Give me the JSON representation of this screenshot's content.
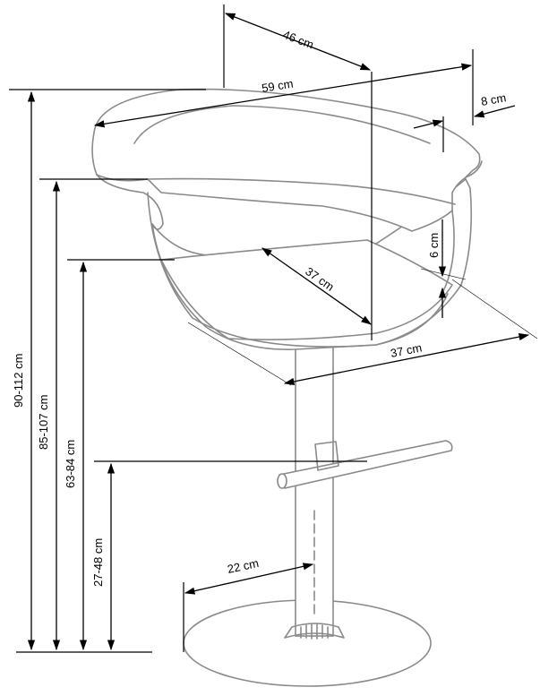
{
  "dimensions": {
    "seat_depth_top": "46 cm",
    "overall_width": "59 cm",
    "backrest_thickness": "8 cm",
    "seat_width": "37 cm",
    "seat_cushion_height": "6 cm",
    "seat_depth": "37 cm",
    "overall_height": "90-112 cm",
    "armrest_height": "85-107 cm",
    "seat_height": "63-84 cm",
    "footrest_height": "27-48 cm",
    "base_radius": "22 cm"
  },
  "colors": {
    "outline": "#8a8a8a",
    "dimension_lines": "#000000"
  }
}
